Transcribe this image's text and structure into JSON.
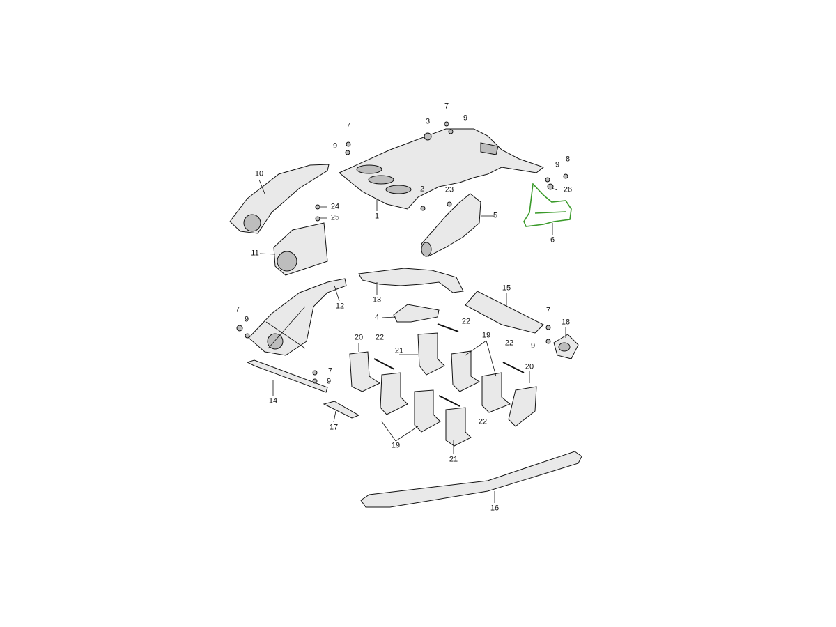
{
  "labels": [
    "1",
    "2",
    "3",
    "4",
    "5",
    "6",
    "7",
    "8",
    "9",
    "10",
    "11",
    "12",
    "13",
    "14",
    "15",
    "16",
    "17",
    "18",
    "19",
    "20",
    "21",
    "22",
    "23",
    "24",
    "25",
    "26"
  ],
  "colors": {
    "highlight": "#3a9a2a",
    "line": "#111111",
    "fill": "#e9e9e9"
  }
}
